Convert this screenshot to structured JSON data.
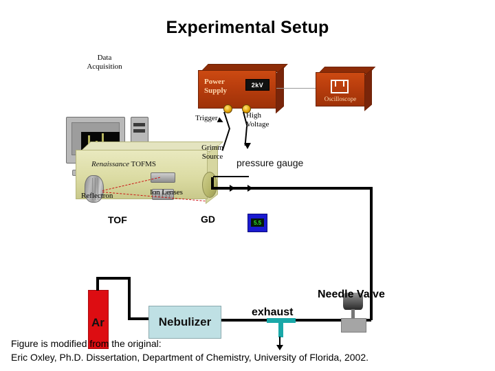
{
  "slide": {
    "title": "Experimental Setup",
    "background": "#ffffff"
  },
  "colors": {
    "power_supply": "#cc4a12",
    "oscilloscope": "#cc4a12",
    "tofms_body": "#dcdca4",
    "argon_cylinder": "#dd0d12",
    "nebulizer": "#bfe0e4",
    "pressure_gauge": "#1a1ad0",
    "gauge_digits": "#2ee52e",
    "exhaust_tee": "#1aa8a8",
    "ion_beam": "#cc1111",
    "text": "#000000"
  },
  "diagram": {
    "data_acquisition": {
      "label_line1": "Data",
      "label_line2": "Acquisition",
      "monitor_name": "monitor",
      "tower_name": "computer-tower"
    },
    "power_supply": {
      "label_line1": "Power",
      "label_line2": "Supply",
      "display_value": "2kV"
    },
    "oscilloscope": {
      "label": "Oscilloscope",
      "icon": "square-wave-icon"
    },
    "connections": {
      "trigger": "Trigger",
      "high_voltage_line1": "High",
      "high_voltage_line2": "Voltage"
    },
    "tofms": {
      "brand": "Renaissance",
      "model": "TOFMS",
      "reflectron": "Reflectron",
      "ion_lenses": "Ion Lenses",
      "grimm_source_line1": "Grimm",
      "grimm_source_line2": "Source"
    },
    "pressure_gauge": {
      "label": "pressure gauge",
      "reading": "5.5"
    },
    "flow_labels": {
      "tof": "TOF",
      "gd": "GD"
    },
    "gas": {
      "argon_label": "Ar"
    },
    "nebulizer": {
      "label": "Nebulizer"
    },
    "needle_valve": {
      "label": "Needle Valve"
    },
    "exhaust": {
      "label": "exhaust"
    }
  },
  "footer": {
    "line1": "Figure is modified from the original:",
    "line2": "Eric Oxley,  Ph.D. Dissertation, Department of Chemistry, University of  Florida, 2002."
  }
}
